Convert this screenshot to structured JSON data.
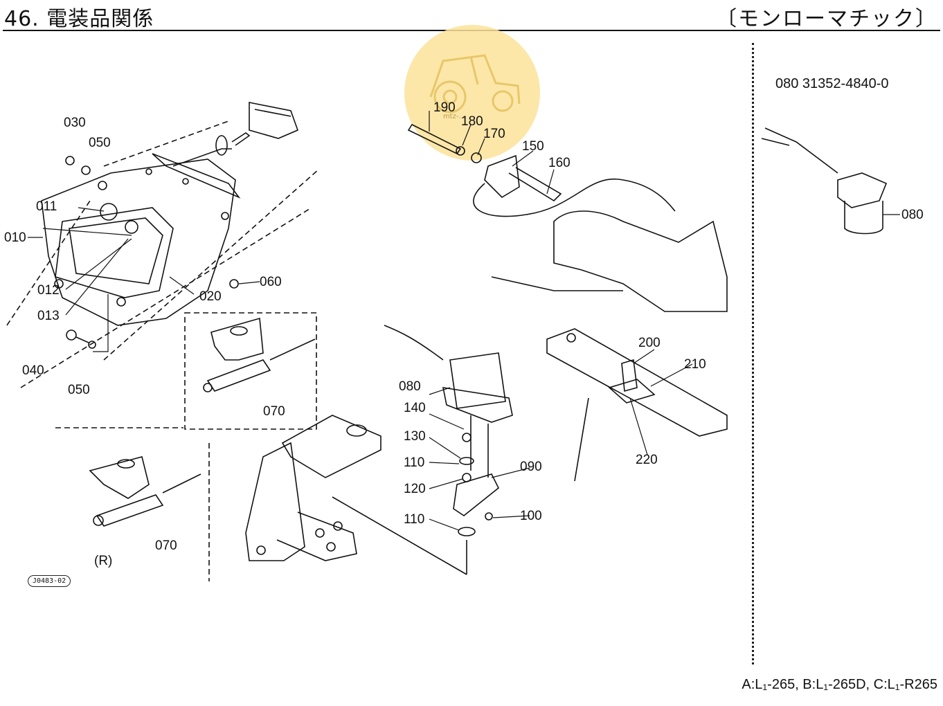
{
  "header": {
    "title": "46. 電装品関係",
    "subtitle": "〔モンローマチック〕"
  },
  "callouts": {
    "c030": "030",
    "c050a": "050",
    "c011": "011",
    "c010": "010",
    "c012": "012",
    "c013": "013",
    "c020": "020",
    "c060": "060",
    "c040": "040",
    "c050b": "050",
    "c070a": "070",
    "c070b": "070",
    "r_label": "(R)",
    "c190": "190",
    "c180": "180",
    "c170": "170",
    "c150": "150",
    "c160": "160",
    "c080": "080",
    "c140": "140",
    "c130": "130",
    "c110a": "110",
    "c120": "120",
    "c110b": "110",
    "c090": "090",
    "c100": "100",
    "c200": "200",
    "c210": "210",
    "c220": "220"
  },
  "inset": {
    "part_number": "080   31352-4840-0",
    "callout": "080"
  },
  "drawing_code": "J0483-02",
  "watermark_text": "mtz-...",
  "footer": {
    "models": "A:L₁-265, B:L₁-265D, C:L₁-R265"
  },
  "colors": {
    "line": "#111111",
    "watermark": "#fbe39a"
  },
  "icons": [
    "tractor-watermark-icon"
  ]
}
